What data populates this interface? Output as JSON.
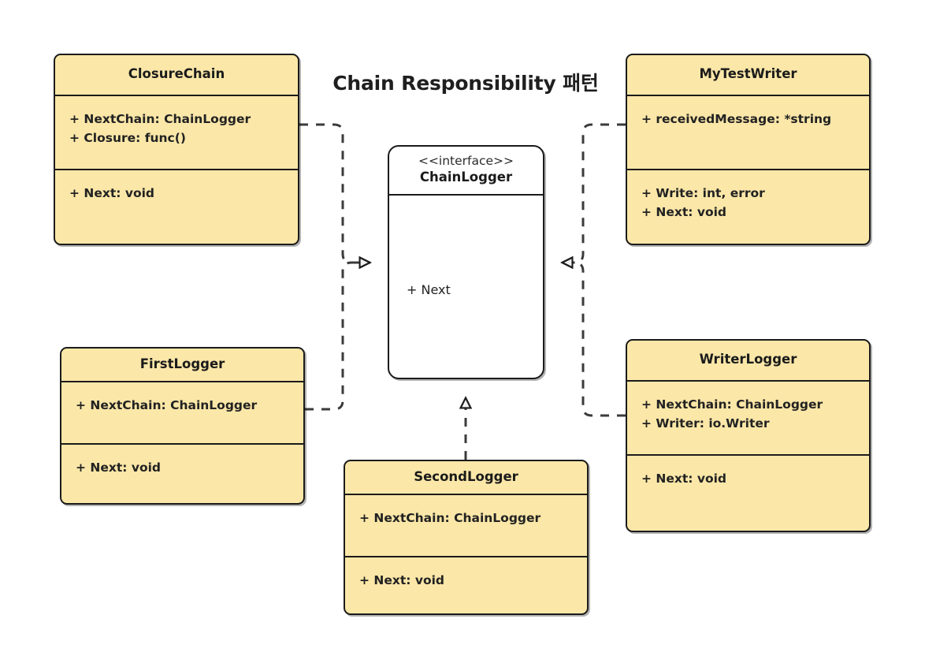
{
  "diagram": {
    "title": "Chain Responsibility 패턴",
    "colors": {
      "class_fill": "#fbe7a8",
      "interface_fill": "#ffffff",
      "stroke": "#1b1b1b",
      "text": "#222222",
      "background": "#ffffff"
    }
  },
  "classes": {
    "closure_chain": {
      "name": "ClosureChain",
      "attributes": [
        "+ NextChain: ChainLogger",
        "+ Closure: func()"
      ],
      "operations": [
        "+ Next: void"
      ]
    },
    "my_test_writer": {
      "name": "MyTestWriter",
      "attributes": [
        "+ receivedMessage: *string"
      ],
      "operations": [
        "+ Write: int, error",
        "+ Next: void"
      ]
    },
    "first_logger": {
      "name": "FirstLogger",
      "attributes": [
        "+ NextChain: ChainLogger"
      ],
      "operations": [
        "+ Next: void"
      ]
    },
    "writer_logger": {
      "name": "WriterLogger",
      "attributes": [
        "+ NextChain: ChainLogger",
        "+ Writer: io.Writer"
      ],
      "operations": [
        "+ Next: void"
      ]
    },
    "second_logger": {
      "name": "SecondLogger",
      "attributes": [
        "+ NextChain: ChainLogger"
      ],
      "operations": [
        "+ Next: void"
      ]
    },
    "chain_logger": {
      "stereotype": "<<interface>>",
      "name": "ChainLogger",
      "operations": [
        "+ Next"
      ]
    }
  },
  "relations": [
    {
      "name": "closure-chain-realizes-chain-logger",
      "from": "ClosureChain",
      "to": "ChainLogger",
      "type": "realization",
      "line": "dashed",
      "arrow": "hollow-triangle"
    },
    {
      "name": "first-logger-realizes-chain-logger",
      "from": "FirstLogger",
      "to": "ChainLogger",
      "type": "realization",
      "line": "dashed",
      "arrow": "hollow-triangle"
    },
    {
      "name": "my-test-writer-realizes-chain-logger",
      "from": "MyTestWriter",
      "to": "ChainLogger",
      "type": "realization",
      "line": "dashed",
      "arrow": "hollow-triangle"
    },
    {
      "name": "writer-logger-realizes-chain-logger",
      "from": "WriterLogger",
      "to": "ChainLogger",
      "type": "realization",
      "line": "dashed",
      "arrow": "hollow-triangle"
    },
    {
      "name": "second-logger-realizes-chain-logger",
      "from": "SecondLogger",
      "to": "ChainLogger",
      "type": "realization",
      "line": "dashed",
      "arrow": "hollow-triangle"
    }
  ]
}
